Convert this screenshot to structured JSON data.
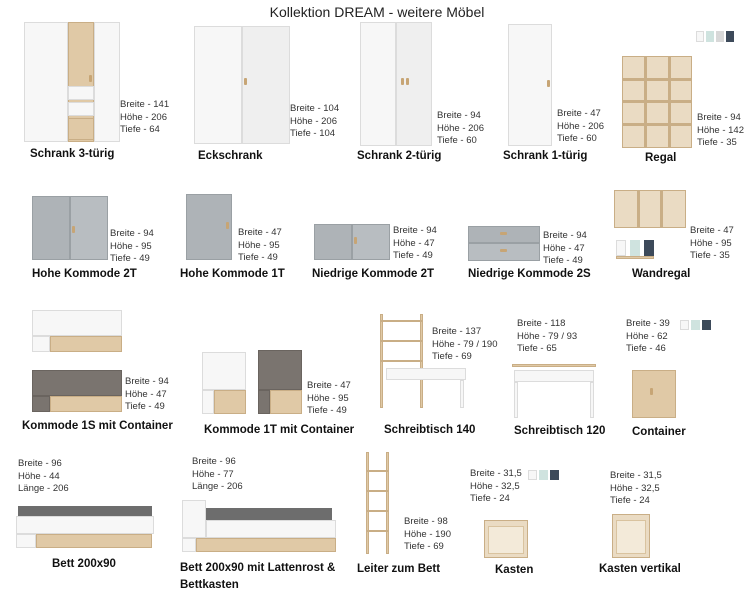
{
  "title": "Kollektion DREAM - weitere Möbel",
  "items": [
    {
      "name": "Schrank 3-türig",
      "dims": [
        "Breite - 141",
        "Höhe - 206",
        "Tiefe - 64"
      ]
    },
    {
      "name": "Eckschrank",
      "dims": [
        "Breite - 104",
        "Höhe - 206",
        "Tiefe - 104"
      ]
    },
    {
      "name": "Schrank 2-türig",
      "dims": [
        "Breite - 94",
        "Höhe - 206",
        "Tiefe - 60"
      ]
    },
    {
      "name": "Schrank 1-türig",
      "dims": [
        "Breite - 47",
        "Höhe - 206",
        "Tiefe - 60"
      ]
    },
    {
      "name": "Regal",
      "dims": [
        "Breite - 94",
        "Höhe - 142",
        "Tiefe - 35"
      ]
    },
    {
      "name": "Hohe Kommode 2T",
      "dims": [
        "Breite - 94",
        "Höhe - 95",
        "Tiefe - 49"
      ]
    },
    {
      "name": "Hohe Kommode 1T",
      "dims": [
        "Breite - 47",
        "Höhe - 95",
        "Tiefe - 49"
      ]
    },
    {
      "name": "Niedrige Kommode 2T",
      "dims": [
        "Breite - 94",
        "Höhe - 47",
        "Tiefe - 49"
      ]
    },
    {
      "name": "Niedrige Kommode 2S",
      "dims": [
        "Breite - 94",
        "Höhe - 47",
        "Tiefe - 49"
      ]
    },
    {
      "name": "Wandregal",
      "dims": [
        "Breite - 47",
        "Höhe - 95",
        "Tiefe - 35"
      ]
    },
    {
      "name": "Kommode 1S mit Container",
      "dims": [
        "Breite - 94",
        "Höhe - 47",
        "Tiefe - 49"
      ]
    },
    {
      "name": "Kommode 1T mit Container",
      "dims": [
        "Breite - 47",
        "Höhe - 95",
        "Tiefe - 49"
      ]
    },
    {
      "name": "Schreibtisch 140",
      "dims": [
        "Breite - 137",
        "Höhe - 79 / 190",
        "Tiefe - 69"
      ]
    },
    {
      "name": "Schreibtisch 120",
      "dims": [
        "Breite - 118",
        "Höhe - 79 / 93",
        "Tiefe - 65"
      ]
    },
    {
      "name": "Container",
      "dims": [
        "Breite - 39",
        "Höhe - 62",
        "Tiefe - 46"
      ]
    },
    {
      "name": "Bett 200x90",
      "dims": [
        "Breite - 96",
        "Höhe - 44",
        "Länge - 206"
      ]
    },
    {
      "name_lines": [
        "Bett 200x90 mit Lattenrost &",
        "Bettkasten"
      ],
      "dims": [
        "Breite - 96",
        "Höhe - 77",
        "Länge - 206"
      ]
    },
    {
      "name": "Leiter zum Bett",
      "dims": [
        "Breite - 98",
        "Höhe - 190",
        "Tiefe - 69"
      ]
    },
    {
      "name": "Kasten",
      "dims": [
        "Breite - 31,5",
        "Höhe - 32,5",
        "Tiefe - 24"
      ]
    },
    {
      "name": "Kasten vertikal",
      "dims": [
        "Breite - 31,5",
        "Höhe - 32,5",
        "Tiefe - 24"
      ]
    }
  ],
  "colors": {
    "white": "#f7f7f7",
    "grey": "#aeb3b7",
    "taupe": "#7a746f",
    "wood": "#e0c9a6",
    "mint": "#cfe3df",
    "navy": "#3d4a5a"
  }
}
